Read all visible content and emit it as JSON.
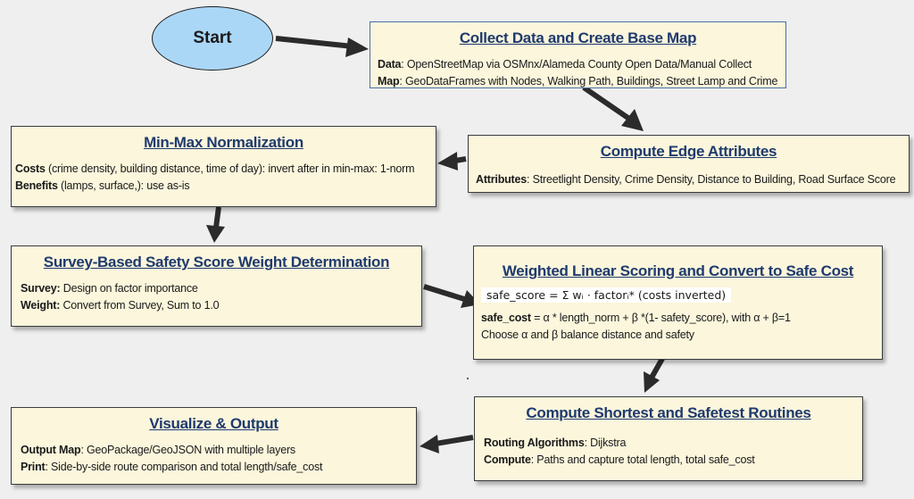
{
  "start": {
    "label": "Start"
  },
  "collect": {
    "title": "Collect Data and Create Base Map",
    "lines": [
      {
        "key": "Data",
        "text": ": OpenStreetMap via OSMnx/Alameda County Open Data/Manual Collect"
      },
      {
        "key": "Map",
        "text": ": GeoDataFrames with Nodes, Walking Path, Buildings, Street Lamp and Crime"
      }
    ]
  },
  "edge_attributes": {
    "title": "Compute Edge Attributes",
    "lines": [
      {
        "key": "Attributes",
        "text": ": Streetlight Density, Crime Density, Distance to Building,  Road Surface Score"
      }
    ]
  },
  "normalization": {
    "title": "Min-Max Normalization",
    "lines": [
      {
        "key": "Costs",
        "text": " (crime density, building distance, time of day): invert after in min-max: 1-norm"
      },
      {
        "key": "Benefits",
        "text": " (lamps, surface,): use as-is"
      }
    ]
  },
  "survey": {
    "title": "Survey-Based Safety Score Weight Determination",
    "lines": [
      {
        "key": "Survey:",
        "text": "  Design on factor importance"
      },
      {
        "key": "Weight:",
        "text": " Convert from Survey, Sum to 1.0"
      }
    ]
  },
  "weighted": {
    "title": "Weighted Linear Scoring and Convert to Safe Cost",
    "formula": "safe_score = Σ wᵢ · factorᵢ*   (costs inverted)",
    "lines": [
      {
        "key": "safe_cost",
        "text": " = α * length_norm + β *(1- safety_score), with α + β=1"
      },
      {
        "key": "",
        "text": "Choose α and β balance distance and safety"
      }
    ]
  },
  "shortest": {
    "title": "Compute Shortest and Safetest Routines",
    "lines": [
      {
        "key": "Routing Algorithms",
        "text": ": Dijkstra"
      },
      {
        "key": "Compute",
        "text": ": Paths and capture total length, total safe_cost"
      }
    ]
  },
  "visualize": {
    "title": "Visualize & Output",
    "lines": [
      {
        "key": "Output Map",
        "text": ": GeoPackage/GeoJSON with multiple layers"
      },
      {
        "key": "Print",
        "text": ": Side-by-side route comparison and  total length/safe_cost"
      }
    ]
  },
  "colors": {
    "box_fill": "#fbf6dc",
    "title_text": "#1f3a6e",
    "start_fill": "#abd7f7",
    "arrow": "#2b2b2b"
  }
}
